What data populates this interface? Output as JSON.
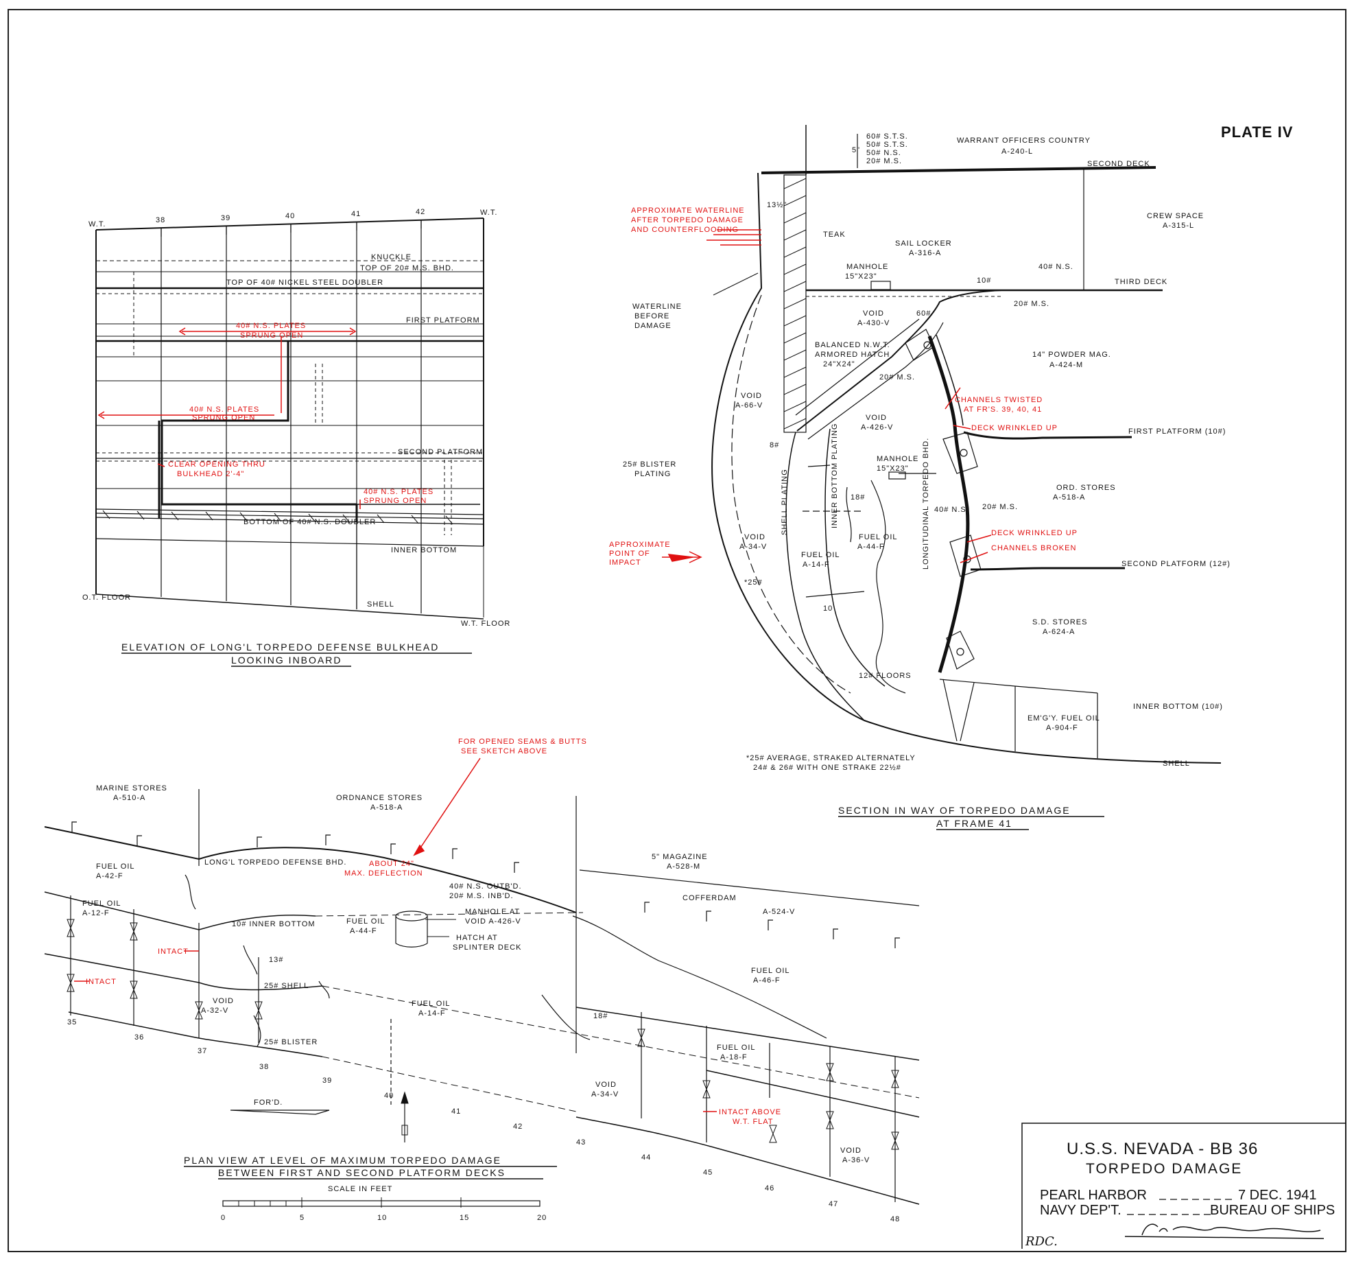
{
  "plate": "PLATE IV",
  "colors": {
    "ink": "#111111",
    "damage": "#e01010",
    "paper": "#ffffff"
  },
  "elevation": {
    "title": "ELEVATION OF LONG'L TORPEDO DEFENSE BULKHEAD",
    "subtitle": "LOOKING INBOARD",
    "frame_numbers": [
      "38",
      "39",
      "40",
      "41",
      "42"
    ],
    "wt_left": "W.T.",
    "wt_right": "W.T.",
    "knuckle": "KNUCKLE",
    "top_ms_bhd": "TOP OF 20# M.S. BHD.",
    "top_doubler": "TOP OF 40# NICKEL STEEL DOUBLER",
    "first_platform": "FIRST PLATFORM",
    "second_platform": "SECOND PLATFORM",
    "bottom_doubler": "BOTTOM OF 40# N.S. DOUBLER",
    "inner_bottom": "INNER BOTTOM",
    "ot_floor": "O.T. FLOOR",
    "shell": "SHELL",
    "wt_floor": "W.T. FLOOR",
    "damage_plates_1": [
      "40# N.S. PLATES",
      "SPRUNG OPEN"
    ],
    "damage_plates_2": [
      "40# N.S. PLATES",
      "SPRUNG OPEN"
    ],
    "damage_plates_3": [
      "40# N.S. PLATES",
      "SPRUNG OPEN"
    ],
    "damage_opening": [
      "CLEAR OPENING THRU",
      "BULKHEAD 2'-4\""
    ]
  },
  "section": {
    "title": "SECTION IN WAY OF TORPEDO DAMAGE",
    "subtitle": "AT FRAME 41",
    "warrant_officers": [
      "WARRANT OFFICERS COUNTRY",
      "A-240-L"
    ],
    "plating_spec": [
      "60# S.T.S.",
      "50# S.T.S.",
      "50# N.S.",
      "20# M.S."
    ],
    "plating_5in": "5\"",
    "second_deck": "SECOND DECK",
    "crew_space": [
      "CREW SPACE",
      "A-315-L"
    ],
    "sail_locker": [
      "SAIL LOCKER",
      "A-316-A"
    ],
    "teak": "TEAK",
    "dim_13": "13½\"",
    "manhole_top": [
      "MANHOLE",
      "15\"X23\""
    ],
    "ns40": "40# N.S.",
    "ten_top": "10#",
    "third_deck": "THIRD DECK",
    "ms20": "20# M.S.",
    "sixty": "60#",
    "void_430": [
      "VOID",
      "A-430-V"
    ],
    "powder_mag": [
      "14\" POWDER MAG.",
      "A-424-M"
    ],
    "armored_hatch": [
      "BALANCED N.W.T.",
      "ARMORED HATCH",
      "24\"X24\""
    ],
    "ms20_diag": "20# M.S.",
    "waterline_before": [
      "WATERLINE",
      "BEFORE",
      "DAMAGE"
    ],
    "waterline_after": [
      "APPROXIMATE WATERLINE",
      "AFTER TORPEDO DAMAGE",
      "AND COUNTERFLOODING"
    ],
    "channels_twisted": [
      "CHANNELS TWISTED",
      "AT FR'S. 39, 40, 41"
    ],
    "deck_wrinkled_1": "DECK WRINKLED UP",
    "first_platform": "FIRST PLATFORM (10#)",
    "void_66": [
      "VOID",
      "A-66-V"
    ],
    "void_426": [
      "VOID",
      "A-426-V"
    ],
    "eight": "8#",
    "blister": [
      "25# BLISTER",
      "PLATING"
    ],
    "shell_plating": "SHELL PLATING",
    "inner_bottom_plating": "INNER BOTTOM PLATING",
    "long_torpedo_bhd": "LONGITUDINAL TORPEDO BHD.",
    "manhole_mid": [
      "MANHOLE",
      "15\"X23\""
    ],
    "eighteen": "18#",
    "ord_stores": [
      "ORD. STORES",
      "A-518-A"
    ],
    "forty_ns": "40# N.S.",
    "twenty_ms": "20# M.S.",
    "deck_wrinkled_2": "DECK WRINKLED UP",
    "channels_broken": "CHANNELS BROKEN",
    "point_impact": [
      "APPROXIMATE",
      "POINT OF",
      "IMPACT"
    ],
    "void_34": [
      "VOID",
      "A-34-V"
    ],
    "fuel_14": [
      "FUEL OIL",
      "A-14-F"
    ],
    "fuel_44": [
      "FUEL OIL",
      "A-44-F"
    ],
    "second_platform": "SECOND PLATFORM (12#)",
    "twentyfive": "*25#",
    "ten_mid": "10",
    "sd_stores": [
      "S.D. STORES",
      "A-624-A"
    ],
    "floors12": "12# FLOORS",
    "inner_bottom": "INNER BOTTOM (10#)",
    "emgy_fuel": [
      "EM'G'Y. FUEL OIL",
      "A-904-F"
    ],
    "note": [
      "*25# AVERAGE, STRAKED ALTERNATELY",
      "24# & 26# WITH ONE STRAKE 22½#"
    ],
    "shell": "SHELL"
  },
  "plan": {
    "title": "PLAN VIEW AT LEVEL OF MAXIMUM TORPEDO DAMAGE",
    "subtitle": "BETWEEN FIRST AND SECOND PLATFORM DECKS",
    "scale_label": "SCALE IN FEET",
    "scale_ticks": [
      "0",
      "5",
      "10",
      "15",
      "20"
    ],
    "marine_stores": [
      "MARINE STORES",
      "A-510-A"
    ],
    "ordnance_stores": [
      "ORDNANCE STORES",
      "A-518-A"
    ],
    "seams_note": [
      "FOR OPENED SEAMS & BUTTS",
      "SEE SKETCH ABOVE"
    ],
    "magazine": [
      "5\" MAGAZINE",
      "A-528-M"
    ],
    "cofferdam": "COFFERDAM",
    "a524": "A-524-V",
    "fuel_42": [
      "FUEL OIL",
      "A-42-F"
    ],
    "long_bhd": "LONG'L TORPEDO DEFENSE BHD.",
    "deflection": [
      "ABOUT 24\"",
      "MAX. DEFLECTION"
    ],
    "plating": [
      "40# N.S. OUTB'D.",
      "20# M.S. INB'D."
    ],
    "fuel_12": [
      "FUEL OIL",
      "A-12-F"
    ],
    "inner_bottom": "10# INNER BOTTOM",
    "fuel_44": [
      "FUEL OIL",
      "A-44-F"
    ],
    "manhole": [
      "MANHOLE AT",
      "VOID A-426-V"
    ],
    "hatch": [
      "HATCH AT",
      "SPLINTER DECK"
    ],
    "intact_1": "INTACT",
    "intact_2": "INTACT",
    "thirteen": "13#",
    "shell25": "25# SHELL",
    "fuel_46": [
      "FUEL OIL",
      "A-46-F"
    ],
    "void_32": [
      "VOID",
      "A-32-V"
    ],
    "fuel_14": [
      "FUEL OIL",
      "A-14-F"
    ],
    "eighteen": "18#",
    "blister": "25# BLISTER",
    "fuel_18": [
      "FUEL OIL",
      "A-18-F"
    ],
    "void_34": [
      "VOID",
      "A-34-V"
    ],
    "intact_above": [
      "INTACT ABOVE",
      "W.T. FLAT"
    ],
    "void_36": [
      "VOID",
      "A-36-V"
    ],
    "ford": "FOR'D.",
    "frames": [
      "35",
      "36",
      "37",
      "38",
      "39",
      "40",
      "41",
      "42",
      "43",
      "44",
      "45",
      "46",
      "47",
      "48"
    ]
  },
  "title_block": {
    "ship": "U.S.S. NEVADA - BB 36",
    "subject": "TORPEDO DAMAGE",
    "place": "PEARL HARBOR",
    "date": "7 DEC. 1941",
    "dept": "NAVY DEP'T.",
    "bureau": "BUREAU OF SHIPS",
    "initials": "RDC."
  }
}
